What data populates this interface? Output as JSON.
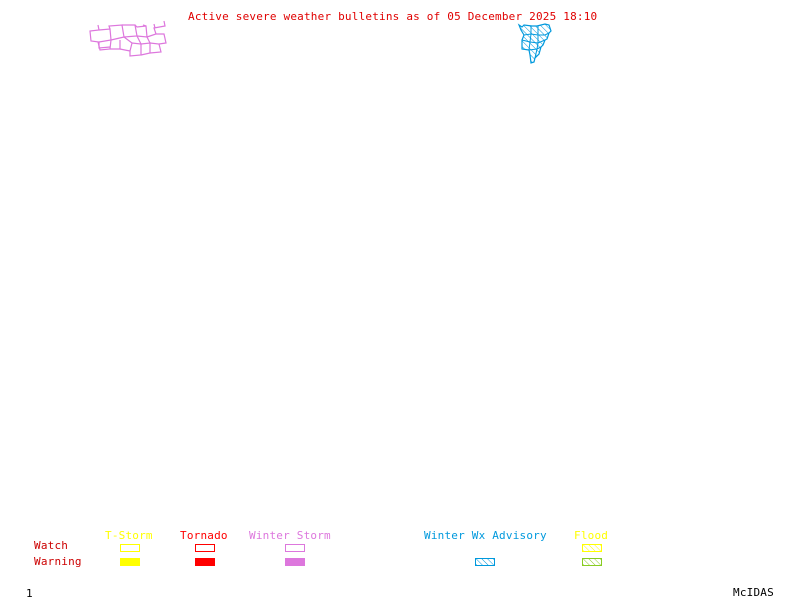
{
  "title": "Active severe weather bulletins as of 05 December 2025 18:10",
  "legend": {
    "row_labels": {
      "watch": "Watch",
      "warning": "Warning"
    },
    "categories": [
      {
        "key": "tstorm",
        "label": "T-Storm",
        "color": "#ffff00",
        "watch": "outline",
        "warning": "filled"
      },
      {
        "key": "tornado",
        "label": "Tornado",
        "color": "#ff0000",
        "watch": "outline",
        "warning": "filled"
      },
      {
        "key": "winter_storm",
        "label": "Winter Storm",
        "color": "#dd77dd",
        "watch": "outline",
        "warning": "filled"
      },
      {
        "key": "winter_wx_advisory",
        "label": "Winter Wx Advisory",
        "color": "#0099dd",
        "watch": "none",
        "warning": "hatched"
      },
      {
        "key": "flood",
        "label": "Flood",
        "color": "#ffff00",
        "warning_color": "#88cc22",
        "watch": "hatched",
        "warning": "hatched"
      }
    ],
    "row_label_color": "#cc0000"
  },
  "areas": [
    {
      "type": "Winter Storm",
      "color": "#dd77dd",
      "style": "outline-grid"
    },
    {
      "type": "Winter Wx Advisory",
      "color": "#0099dd",
      "style": "hatched"
    }
  ],
  "footer": {
    "frame_number": "1",
    "app_name": "McIDAS"
  }
}
